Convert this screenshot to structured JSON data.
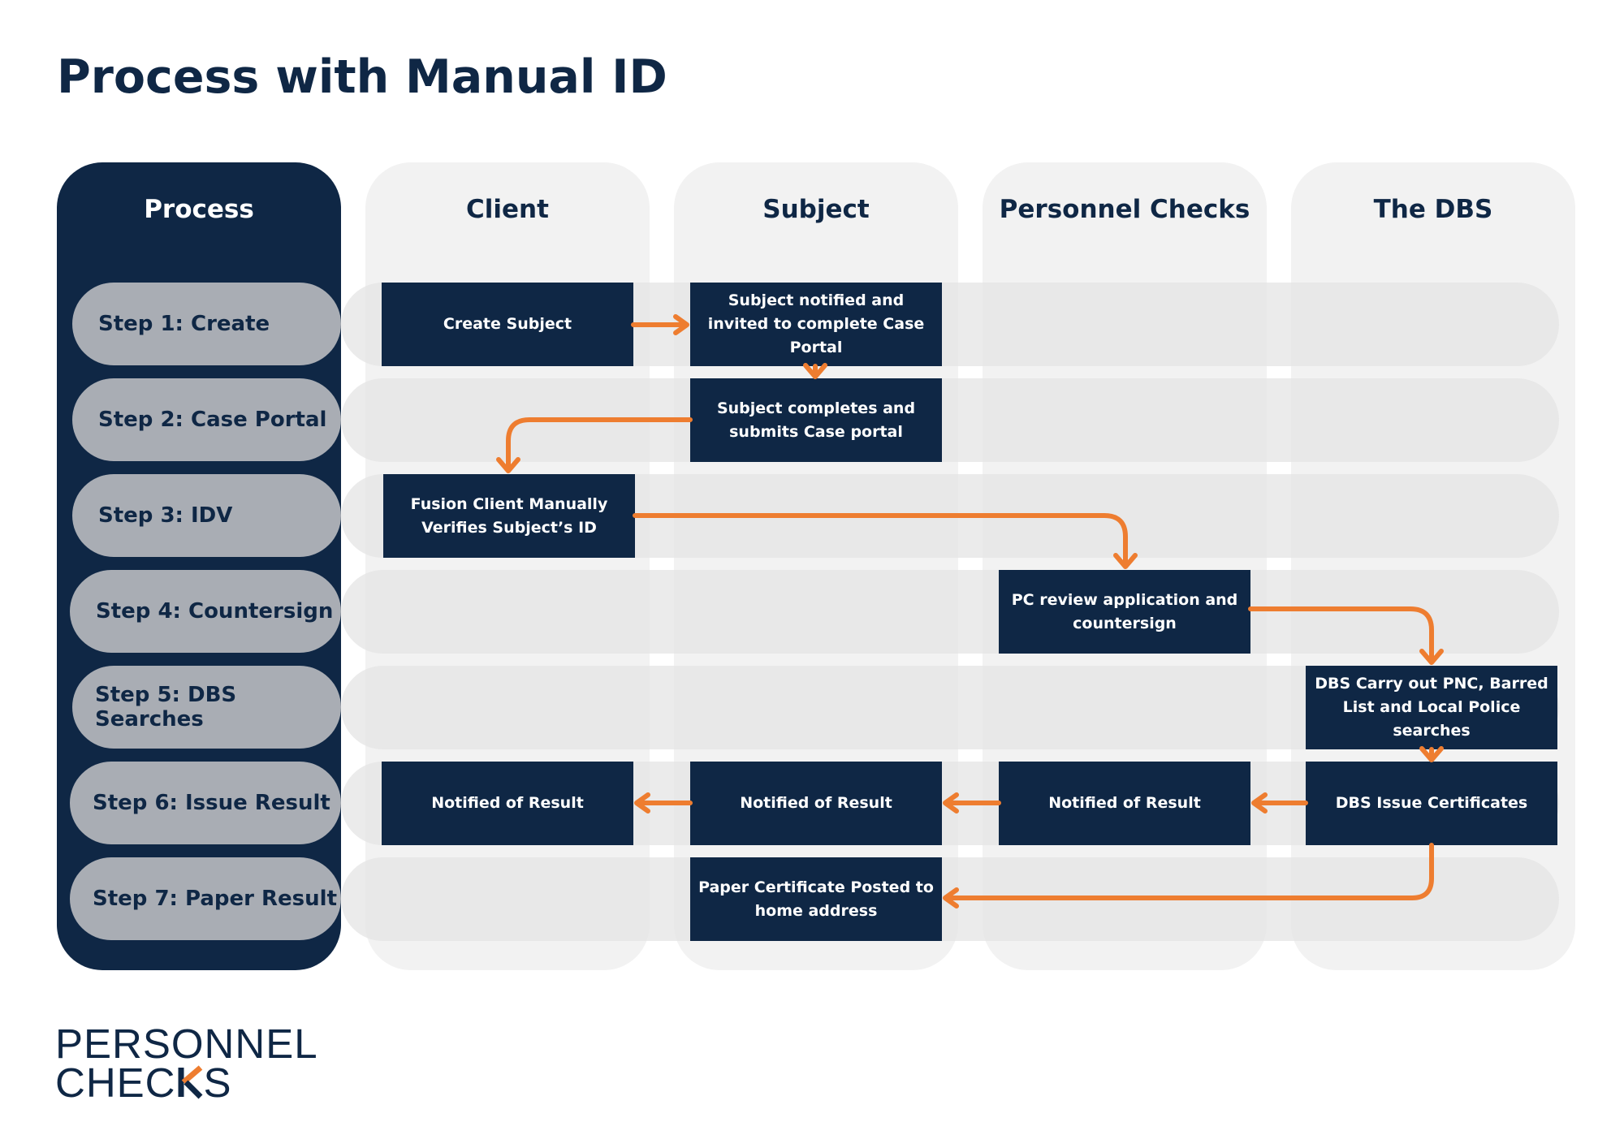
{
  "title": "Process with Manual ID",
  "columns": [
    "Process",
    "Client",
    "Subject",
    "Personnel Checks",
    "The DBS"
  ],
  "steps": [
    "Step 1: Create",
    "Step 2: Case Portal",
    "Step 3: IDV",
    "Step 4: Countersign",
    "Step 5: DBS Searches",
    "Step 6: Issue Result",
    "Step 7: Paper Result"
  ],
  "tasks": {
    "create_subject": "Create Subject",
    "subject_notified": "Subject notified and invited to complete Case Portal",
    "subject_completes": "Subject completes and submits Case portal",
    "client_verifies": "Fusion Client Manually Verifies Subject’s ID",
    "pc_review": "PC review application and countersign",
    "dbs_searches": "DBS Carry out PNC, Barred List and Local Police searches",
    "dbs_issue": "DBS Issue Certificates",
    "pc_notified": "Notified of Result",
    "subject_notified_result": "Notified of Result",
    "client_notified_result": "Notified of Result",
    "paper_certificate": "Paper Certificate Posted to home address"
  },
  "logo": {
    "line1": "PERSONNEL",
    "line2_a": "CHEC",
    "line2_b": "S"
  },
  "colors": {
    "navy": "#0f2745",
    "orange": "#ee7d30",
    "column_bg": "#f2f2f2",
    "step_pill": "#a9adb4"
  }
}
